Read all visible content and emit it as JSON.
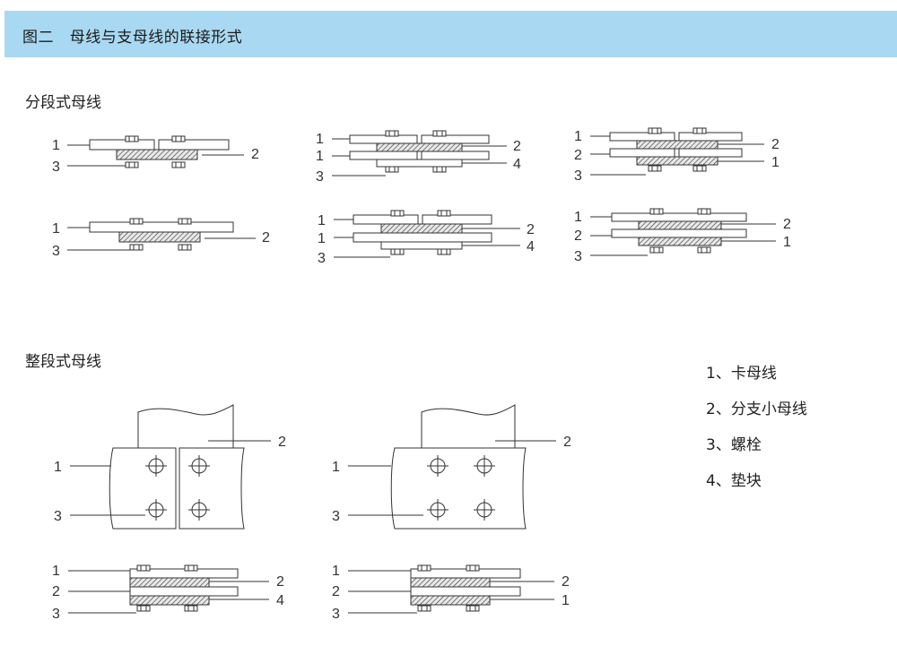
{
  "header": {
    "title": "图二   母线与支母线的联接形式"
  },
  "sections": {
    "split": "分段式母线",
    "whole": "整段式母线"
  },
  "legend": [
    "1、卡母线",
    "2、分支小母线",
    "3、螺栓",
    "4、垫块"
  ],
  "callouts": {
    "one": "1",
    "two": "2",
    "three": "3",
    "four": "4"
  }
}
